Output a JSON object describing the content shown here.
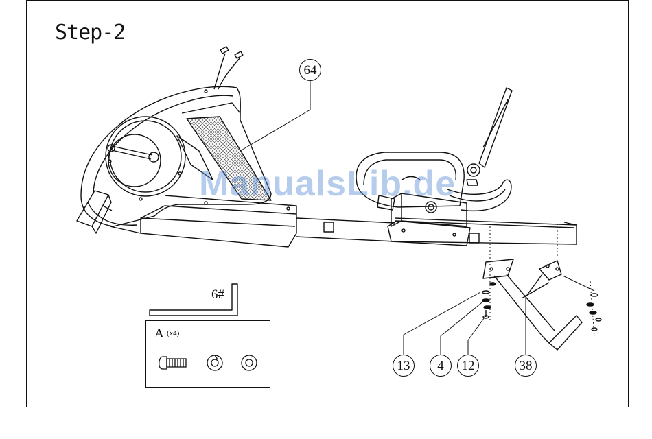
{
  "title": "Step-2",
  "watermark": "ManualsLib.de",
  "tool": {
    "label": "6#"
  },
  "hardware_kit": {
    "letter": "A",
    "quantity": "(x4)"
  },
  "callouts": [
    {
      "id": "part-64",
      "label": "64"
    },
    {
      "id": "part-13",
      "label": "13"
    },
    {
      "id": "part-4",
      "label": "4"
    },
    {
      "id": "part-12",
      "label": "12"
    },
    {
      "id": "part-38",
      "label": "38"
    }
  ],
  "colors": {
    "line": "#111111",
    "watermark": "#5f8fd6",
    "mesh": "#555555"
  }
}
